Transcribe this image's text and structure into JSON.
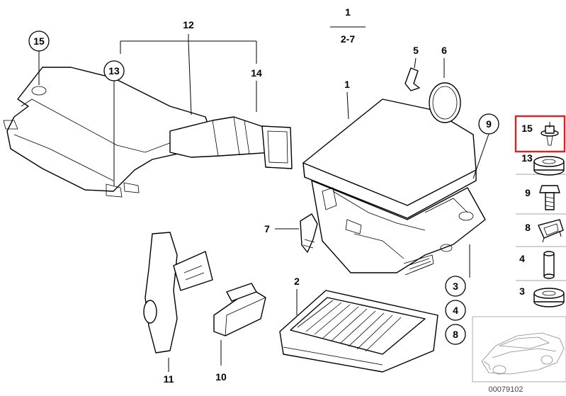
{
  "diagram": {
    "title_number": "1",
    "title_range": "2-7",
    "reference_code": "00079102",
    "callouts": {
      "c1_air_box": "1",
      "c2_filter": "2",
      "c3": "3",
      "c4": "4",
      "c5": "5",
      "c6": "6",
      "c7": "7",
      "c8": "8",
      "c9": "9",
      "c10": "10",
      "c11": "11",
      "c12": "12",
      "c13": "13",
      "c14": "14",
      "c15": "15"
    },
    "side_panel": {
      "items": [
        {
          "label": "15"
        },
        {
          "label": "13"
        },
        {
          "label": "9"
        },
        {
          "label": "8"
        },
        {
          "label": "4"
        },
        {
          "label": "3"
        }
      ],
      "highlight_color": "#d8232a"
    }
  }
}
